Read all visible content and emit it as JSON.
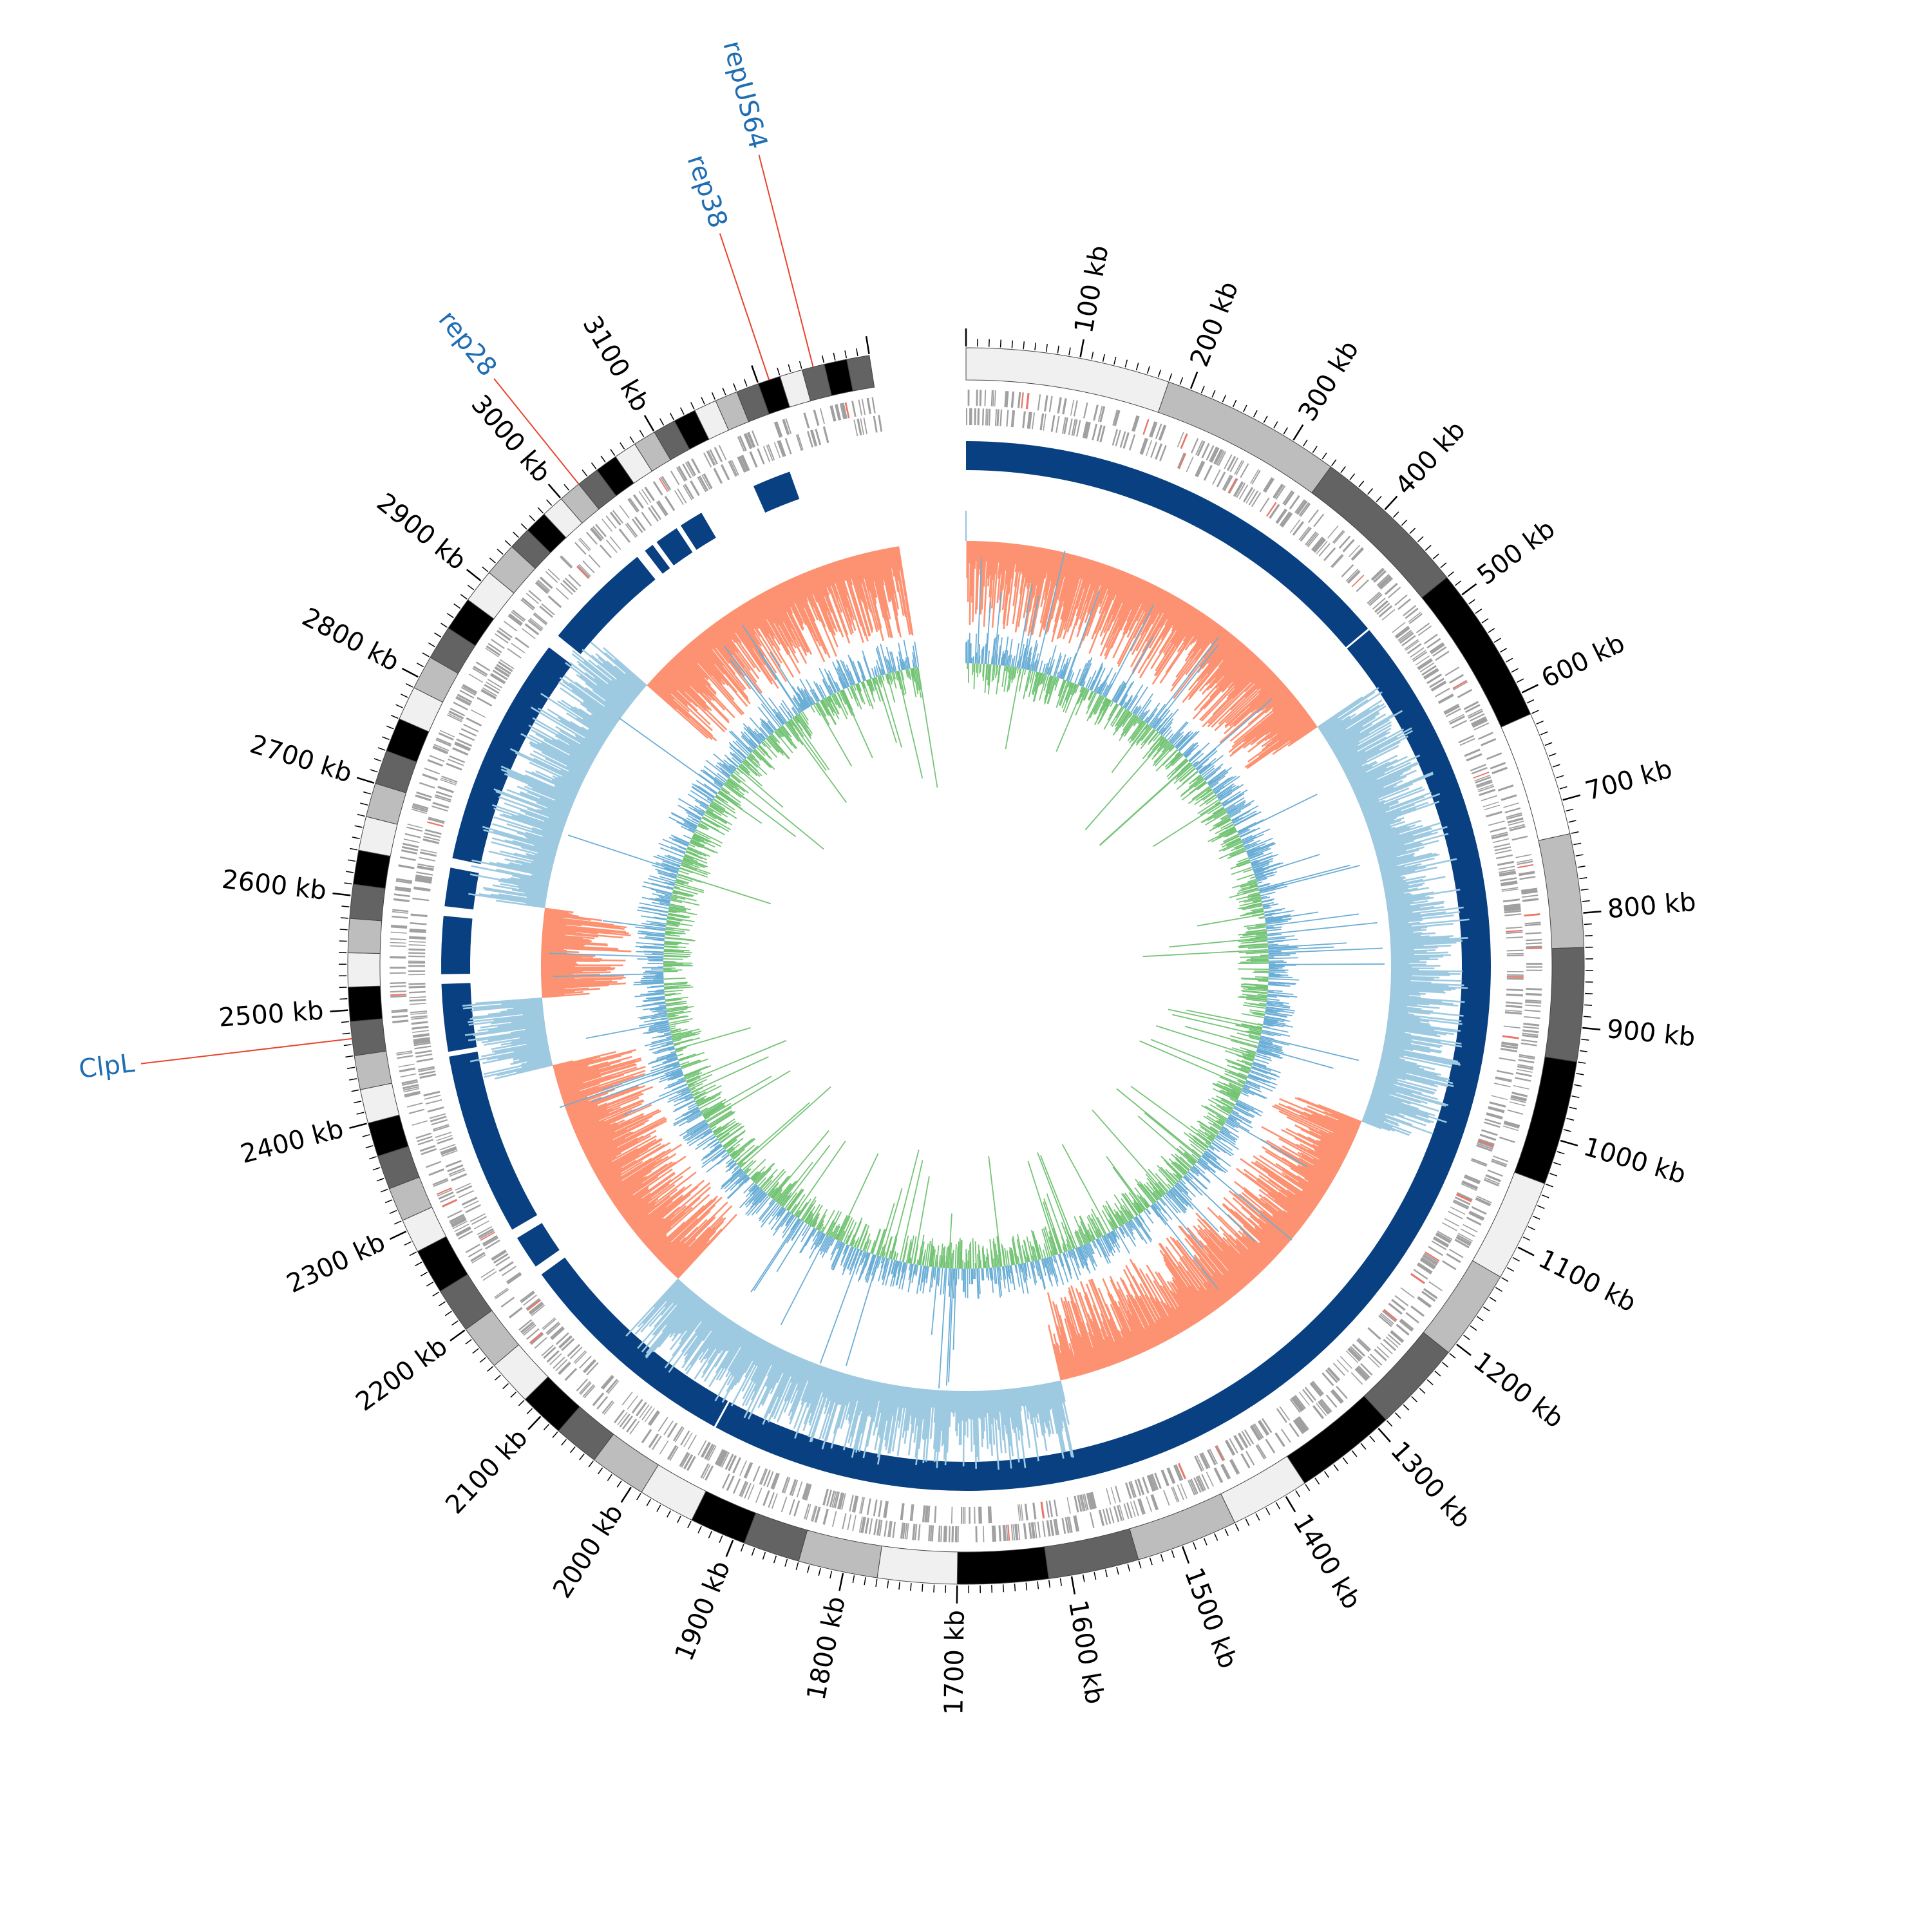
{
  "genome": {
    "length_kb": 3300,
    "tick_interval_kb": 100,
    "tick_unit": "kb",
    "ideogram_colors": [
      "#f0f0f0",
      "#bdbdbd",
      "#636363",
      "#000000",
      "#ffffff"
    ],
    "ideogram_segments_kb": [
      [
        0,
        180,
        0
      ],
      [
        180,
        340,
        1
      ],
      [
        340,
        480,
        2
      ],
      [
        480,
        620,
        3
      ],
      [
        620,
        730,
        4
      ],
      [
        730,
        830,
        1
      ],
      [
        830,
        930,
        2
      ],
      [
        930,
        1040,
        3
      ],
      [
        1040,
        1130,
        0
      ],
      [
        1130,
        1210,
        1
      ],
      [
        1210,
        1290,
        2
      ],
      [
        1290,
        1380,
        3
      ],
      [
        1380,
        1450,
        0
      ],
      [
        1450,
        1540,
        1
      ],
      [
        1540,
        1620,
        2
      ],
      [
        1620,
        1700,
        3
      ],
      [
        1700,
        1770,
        0
      ],
      [
        1770,
        1840,
        1
      ],
      [
        1840,
        1890,
        2
      ],
      [
        1890,
        1940,
        3
      ],
      [
        1940,
        1990,
        0
      ],
      [
        1990,
        2040,
        1
      ],
      [
        2040,
        2080,
        2
      ],
      [
        2080,
        2120,
        3
      ],
      [
        2120,
        2160,
        0
      ],
      [
        2160,
        2200,
        1
      ],
      [
        2200,
        2240,
        2
      ],
      [
        2240,
        2280,
        3
      ],
      [
        2280,
        2310,
        0
      ],
      [
        2310,
        2340,
        1
      ],
      [
        2340,
        2370,
        2
      ],
      [
        2370,
        2400,
        3
      ],
      [
        2400,
        2430,
        0
      ],
      [
        2430,
        2460,
        1
      ],
      [
        2460,
        2490,
        2
      ],
      [
        2490,
        2520,
        3
      ],
      [
        2520,
        2550,
        0
      ],
      [
        2550,
        2580,
        1
      ],
      [
        2580,
        2610,
        2
      ],
      [
        2610,
        2640,
        3
      ],
      [
        2640,
        2670,
        0
      ],
      [
        2670,
        2700,
        1
      ],
      [
        2700,
        2730,
        2
      ],
      [
        2730,
        2760,
        3
      ],
      [
        2760,
        2790,
        0
      ],
      [
        2790,
        2820,
        1
      ],
      [
        2820,
        2850,
        2
      ],
      [
        2850,
        2880,
        3
      ],
      [
        2880,
        2910,
        0
      ],
      [
        2910,
        2940,
        1
      ],
      [
        2940,
        2960,
        2
      ],
      [
        2960,
        2980,
        3
      ],
      [
        2980,
        3000,
        0
      ],
      [
        3000,
        3020,
        1
      ],
      [
        3020,
        3040,
        2
      ],
      [
        3040,
        3060,
        3
      ],
      [
        3060,
        3080,
        0
      ],
      [
        3080,
        3100,
        1
      ],
      [
        3100,
        3120,
        2
      ],
      [
        3120,
        3140,
        3
      ],
      [
        3140,
        3160,
        0
      ],
      [
        3160,
        3180,
        1
      ],
      [
        3180,
        3200,
        2
      ],
      [
        3200,
        3220,
        3
      ],
      [
        3220,
        3240,
        0
      ],
      [
        3240,
        3260,
        2
      ],
      [
        3260,
        3280,
        3
      ],
      [
        3280,
        3300,
        2
      ]
    ]
  },
  "ticks": [
    {
      "kb": 100,
      "label": "100 kb"
    },
    {
      "kb": 200,
      "label": "200 kb"
    },
    {
      "kb": 300,
      "label": "300 kb"
    },
    {
      "kb": 400,
      "label": "400 kb"
    },
    {
      "kb": 500,
      "label": "500 kb"
    },
    {
      "kb": 600,
      "label": "600 kb"
    },
    {
      "kb": 700,
      "label": "700 kb"
    },
    {
      "kb": 800,
      "label": "800 kb"
    },
    {
      "kb": 900,
      "label": "900 kb"
    },
    {
      "kb": 1000,
      "label": "1000 kb"
    },
    {
      "kb": 1100,
      "label": "1100 kb"
    },
    {
      "kb": 1200,
      "label": "1200 kb"
    },
    {
      "kb": 1300,
      "label": "1300 kb"
    },
    {
      "kb": 1400,
      "label": "1400 kb"
    },
    {
      "kb": 1500,
      "label": "1500 kb"
    },
    {
      "kb": 1600,
      "label": "1600 kb"
    },
    {
      "kb": 1700,
      "label": "1700 kb"
    },
    {
      "kb": 1800,
      "label": "1800 kb"
    },
    {
      "kb": 1900,
      "label": "1900 kb"
    },
    {
      "kb": 2000,
      "label": "2000 kb"
    },
    {
      "kb": 2100,
      "label": "2100 kb"
    },
    {
      "kb": 2200,
      "label": "2200 kb"
    },
    {
      "kb": 2300,
      "label": "2300 kb"
    },
    {
      "kb": 2400,
      "label": "2400 kb"
    },
    {
      "kb": 2500,
      "label": "2500 kb"
    },
    {
      "kb": 2600,
      "label": "2600 kb"
    },
    {
      "kb": 2700,
      "label": "2700 kb"
    },
    {
      "kb": 2800,
      "label": "2800 kb"
    },
    {
      "kb": 2900,
      "label": "2900 kb"
    },
    {
      "kb": 3000,
      "label": "3000 kb"
    },
    {
      "kb": 3100,
      "label": "3100 kb"
    }
  ],
  "annotations": [
    {
      "label": "repUS64",
      "kb": 3250,
      "color": "#1f6db2",
      "line_color": "#e8442e"
    },
    {
      "label": "rep38",
      "kb": 3210,
      "color": "#1f6db2",
      "line_color": "#e8442e"
    },
    {
      "label": "rep28",
      "kb": 3020,
      "color": "#1f6db2",
      "line_color": "#e8442e"
    },
    {
      "label": "ClpL",
      "kb": 2475,
      "color": "#1f6db2",
      "line_color": "#e8442e"
    }
  ],
  "tracks": {
    "genes": {
      "color": "#a0a0a0",
      "highlight": "#e8786a"
    },
    "blast_blocks": {
      "color": "#084081",
      "light": "#0868ac",
      "segments_kb": [
        [
          0,
          470
        ],
        [
          472,
          1960
        ],
        [
          1962,
          2200
        ],
        [
          2210,
          2245
        ],
        [
          2255,
          2445
        ],
        [
          2450,
          2520
        ],
        [
          2530,
          2590
        ],
        [
          2600,
          2640
        ],
        [
          2650,
          2890
        ],
        [
          2905,
          3020
        ],
        [
          3030,
          3040
        ],
        [
          3045,
          3070
        ],
        [
          3075,
          3100
        ],
        [
          3160,
          3200
        ]
      ]
    },
    "gc_skew": {
      "positive": "#fc9272",
      "negative": "#9ecae1"
    },
    "gc_content": {
      "positive": "#74c476",
      "negative": "#6baed6"
    }
  }
}
